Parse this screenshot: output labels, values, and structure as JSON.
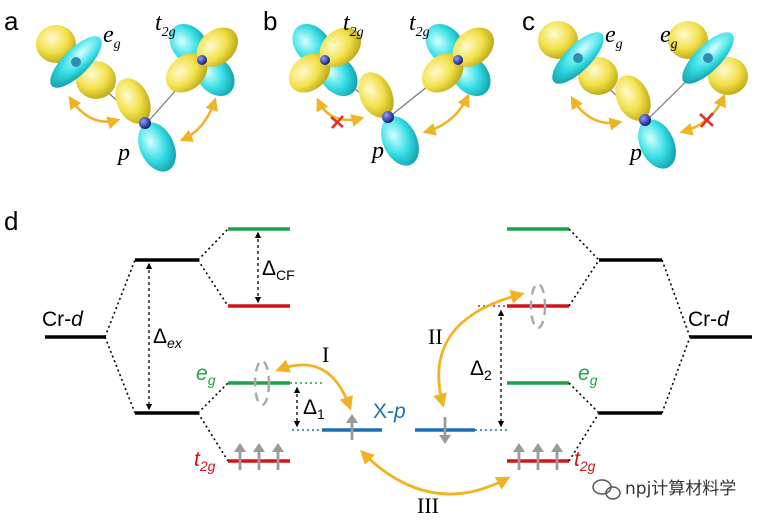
{
  "panels": [
    {
      "letter": "a",
      "left_label": "e",
      "left_sub": "g",
      "right_label": "t",
      "right_sub": "2g",
      "center_label": "p"
    },
    {
      "letter": "b",
      "left_label": "t",
      "left_sub": "2g",
      "right_label": "t",
      "right_sub": "2g",
      "center_label": "p"
    },
    {
      "letter": "c",
      "left_label": "e",
      "left_sub": "g",
      "right_label": "e",
      "right_sub": "g",
      "center_label": "p"
    }
  ],
  "diagram": {
    "letter": "d",
    "left_cr": {
      "base": "Cr-",
      "italic": "d"
    },
    "right_cr": {
      "base": "Cr-",
      "italic": "d"
    },
    "delta_ex": {
      "sym": "Δ",
      "sub": "ex"
    },
    "delta_cf": {
      "sym": "Δ",
      "sub": "CF"
    },
    "delta_1": {
      "sym": "Δ",
      "sub": "1"
    },
    "delta_2": {
      "sym": "Δ",
      "sub": "2"
    },
    "eg_left": {
      "base": "e",
      "sub": "g"
    },
    "eg_right": {
      "base": "e",
      "sub": "g"
    },
    "t2g_left": {
      "base": "t",
      "sub": "2g"
    },
    "t2g_right": {
      "base": "t",
      "sub": "2g"
    },
    "xp": {
      "base": "X-",
      "italic": "p"
    },
    "path_I": "I",
    "path_II": "II",
    "path_III": "III"
  },
  "watermark": "npj计算材料学",
  "colors": {
    "eg_level": "#1fa14a",
    "t2g_level": "#d0161b",
    "xp_level": "#1b6fb3",
    "arrow_gold": "#f0b323",
    "orbital_cyan": "#35e0e8",
    "orbital_yellow": "#f4e85a",
    "spin_gray": "#9a9a9a",
    "blocked_red": "#e0312b"
  }
}
